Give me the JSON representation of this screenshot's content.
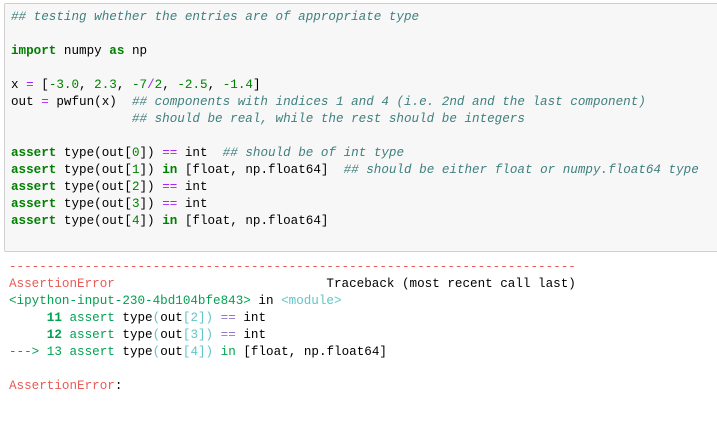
{
  "cell": {
    "comment_header": "## testing whether the entries are of appropriate type",
    "import": {
      "kw1": "import",
      "module": " numpy ",
      "kw2": "as",
      "alias": " np"
    },
    "x_line": {
      "var": "x ",
      "eq": "=",
      "open": " [",
      "values": [
        "-3.0",
        "2.3",
        "-7",
        "2",
        "-2.5",
        "-1.4"
      ],
      "close": "]"
    },
    "out_line": {
      "code": "out ",
      "eq": "=",
      "call": " pwfun(x)  ",
      "comment": "## components with indices 1 and 4 (i.e. 2nd and the last component)"
    },
    "out_line2": {
      "indent": "                ",
      "comment": "## should be real, while the rest should be integers"
    },
    "asserts": [
      {
        "kw": "assert",
        "pre": " type(out[",
        "idx": "0",
        "post": "]) ",
        "op": "==",
        "rest": " int  ",
        "comment": "## should be of int type"
      },
      {
        "kw": "assert",
        "pre": " type(out[",
        "idx": "1",
        "post": "]) ",
        "op": "in",
        "rest": " [float, np.float64]  ",
        "comment": "## should be either float or numpy.float64 type"
      },
      {
        "kw": "assert",
        "pre": " type(out[",
        "idx": "2",
        "post": "]) ",
        "op": "==",
        "rest": " int",
        "comment": ""
      },
      {
        "kw": "assert",
        "pre": " type(out[",
        "idx": "3",
        "post": "]) ",
        "op": "==",
        "rest": " int",
        "comment": ""
      },
      {
        "kw": "assert",
        "pre": " type(out[",
        "idx": "4",
        "post": "]) ",
        "op": "in",
        "rest": " [float, np.float64]",
        "comment": ""
      }
    ]
  },
  "output": {
    "dashes": "---------------------------------------------------------------------------",
    "error_name": "AssertionError",
    "traceback_label": "                            Traceback (most recent call last)",
    "input_ref": "<ipython-input-230-4bd104bfe843>",
    "in_word": " in ",
    "module": "<module>",
    "trace_lines": [
      {
        "prefix": "     ",
        "lineno": "11",
        "kw": " assert",
        "a": " type",
        "p1": "(",
        "b": "out",
        "br1": "[",
        "idx": "2",
        "br2": "])",
        "op": " ==",
        "rest": " int"
      },
      {
        "prefix": "     ",
        "lineno": "12",
        "kw": " assert",
        "a": " type",
        "p1": "(",
        "b": "out",
        "br1": "[",
        "idx": "3",
        "br2": "])",
        "op": " ==",
        "rest": " int"
      },
      {
        "prefix": "---> ",
        "lineno": "13",
        "kw": " assert",
        "a": " type",
        "p1": "(",
        "b": "out",
        "br1": "[",
        "idx": "4",
        "br2": "])",
        "op": " in",
        "rest": " [float, np.float64]"
      }
    ],
    "final_error": "AssertionError",
    "final_colon": ":"
  }
}
